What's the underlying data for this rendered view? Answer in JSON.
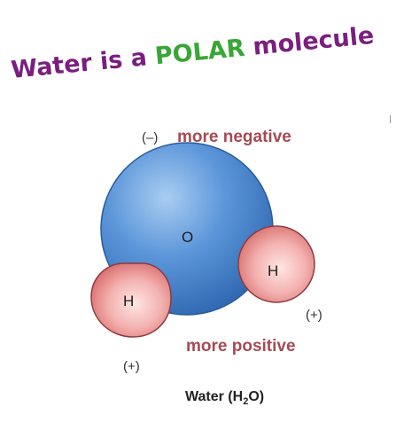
{
  "heading": {
    "part1": "Water is a ",
    "part2": "POLAR",
    "part3": " molecule"
  },
  "labels": {
    "negative_charge": "(–)",
    "more_negative": "more negative",
    "positive_charge_right": "(+)",
    "positive_charge_left": "(+)",
    "more_positive": "more positive"
  },
  "atoms": {
    "oxygen": "O",
    "hydrogen_left": "H",
    "hydrogen_right": "H"
  },
  "caption": {
    "prefix": "Water (H",
    "subscript": "2",
    "suffix": "O)"
  },
  "colors": {
    "heading_purple": "#7a1f7f",
    "heading_green": "#3aa637",
    "oxygen_blue": "#3f7fca",
    "hydrogen_pink": "#e58a8c",
    "label_red": "#a64a55"
  }
}
